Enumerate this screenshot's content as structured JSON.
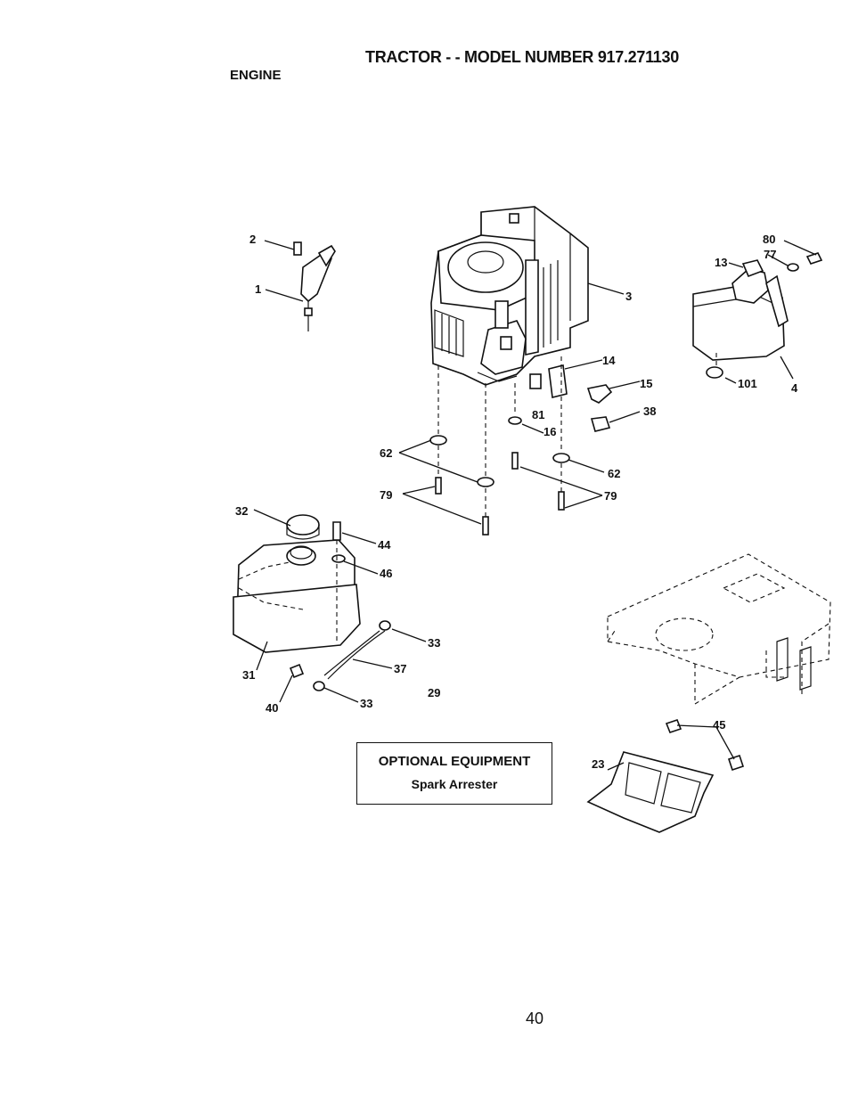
{
  "header": {
    "title": "TRACTOR - - MODEL NUMBER 917.271130",
    "section": "ENGINE"
  },
  "optional_box": {
    "title": "OPTIONAL EQUIPMENT",
    "subtitle": "Spark Arrester"
  },
  "page_number": "40",
  "callouts": {
    "c1": "1",
    "c2": "2",
    "c3": "3",
    "c4": "4",
    "c13": "13",
    "c14": "14",
    "c15": "15",
    "c16": "16",
    "c23": "23",
    "c29": "29",
    "c31": "31",
    "c32": "32",
    "c33a": "33",
    "c33b": "33",
    "c37": "37",
    "c38": "38",
    "c40": "40",
    "c44": "44",
    "c45": "45",
    "c46": "46",
    "c62a": "62",
    "c62b": "62",
    "c77": "77",
    "c79a": "79",
    "c79b": "79",
    "c80": "80",
    "c81": "81",
    "c101": "101"
  }
}
